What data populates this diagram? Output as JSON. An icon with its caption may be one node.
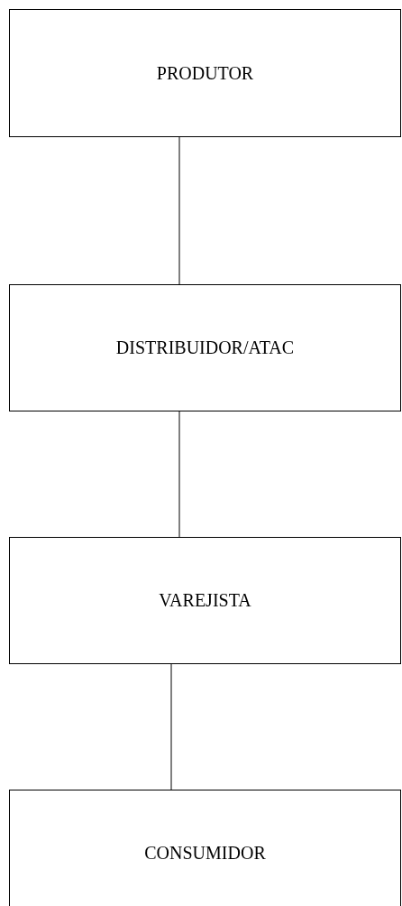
{
  "diagram": {
    "nodes": [
      {
        "text": [
          "PRODUTOR"
        ]
      },
      {
        "text": [
          "DISTRIBUIDOR/ATAC"
        ]
      },
      {
        "text": [
          "VAREJISTA"
        ]
      },
      {
        "text": [
          "CONSUMIDOR"
        ]
      }
    ],
    "edges": [
      {
        "from": 0,
        "to": 1,
        "arrow": "none"
      },
      {
        "from": 1,
        "to": 2,
        "arrow": "none"
      },
      {
        "from": 2,
        "to": 3,
        "arrow": "none"
      }
    ]
  }
}
